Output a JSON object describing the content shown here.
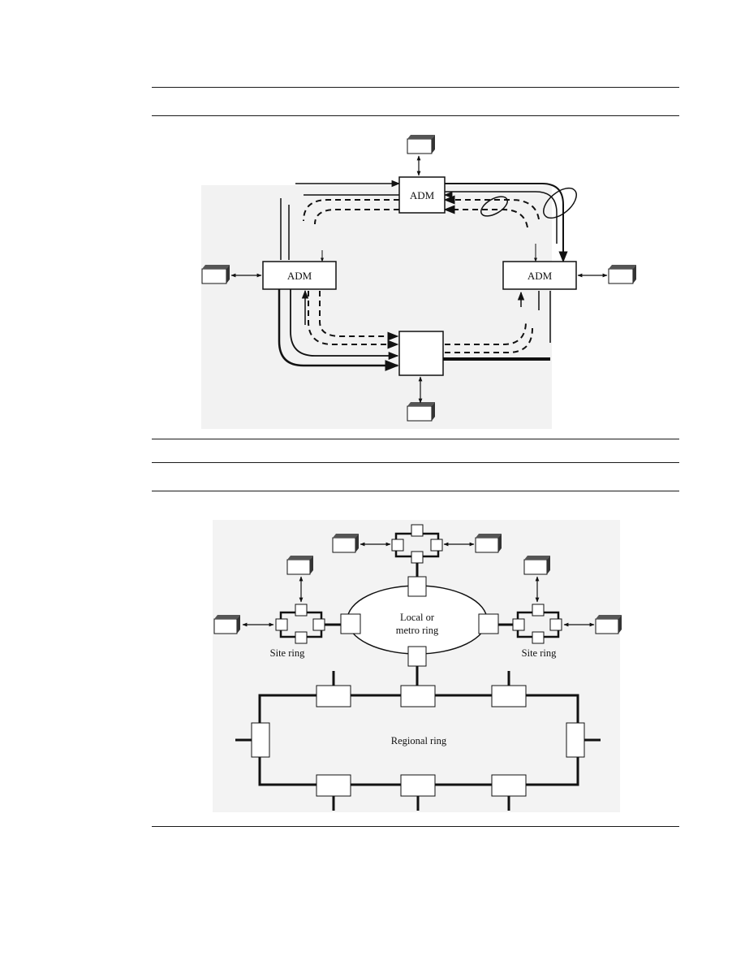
{
  "figure_top": {
    "adm_top_label": "ADM",
    "adm_left_label": "ADM",
    "adm_right_label": "ADM"
  },
  "figure_bottom": {
    "center_ring_label_line1": "Local or",
    "center_ring_label_line2": "metro ring",
    "left_site_ring_label": "Site ring",
    "right_site_ring_label": "Site ring",
    "regional_ring_label": "Regional ring"
  },
  "colors": {
    "ink": "#111111",
    "terminal_shade": "#555555"
  }
}
